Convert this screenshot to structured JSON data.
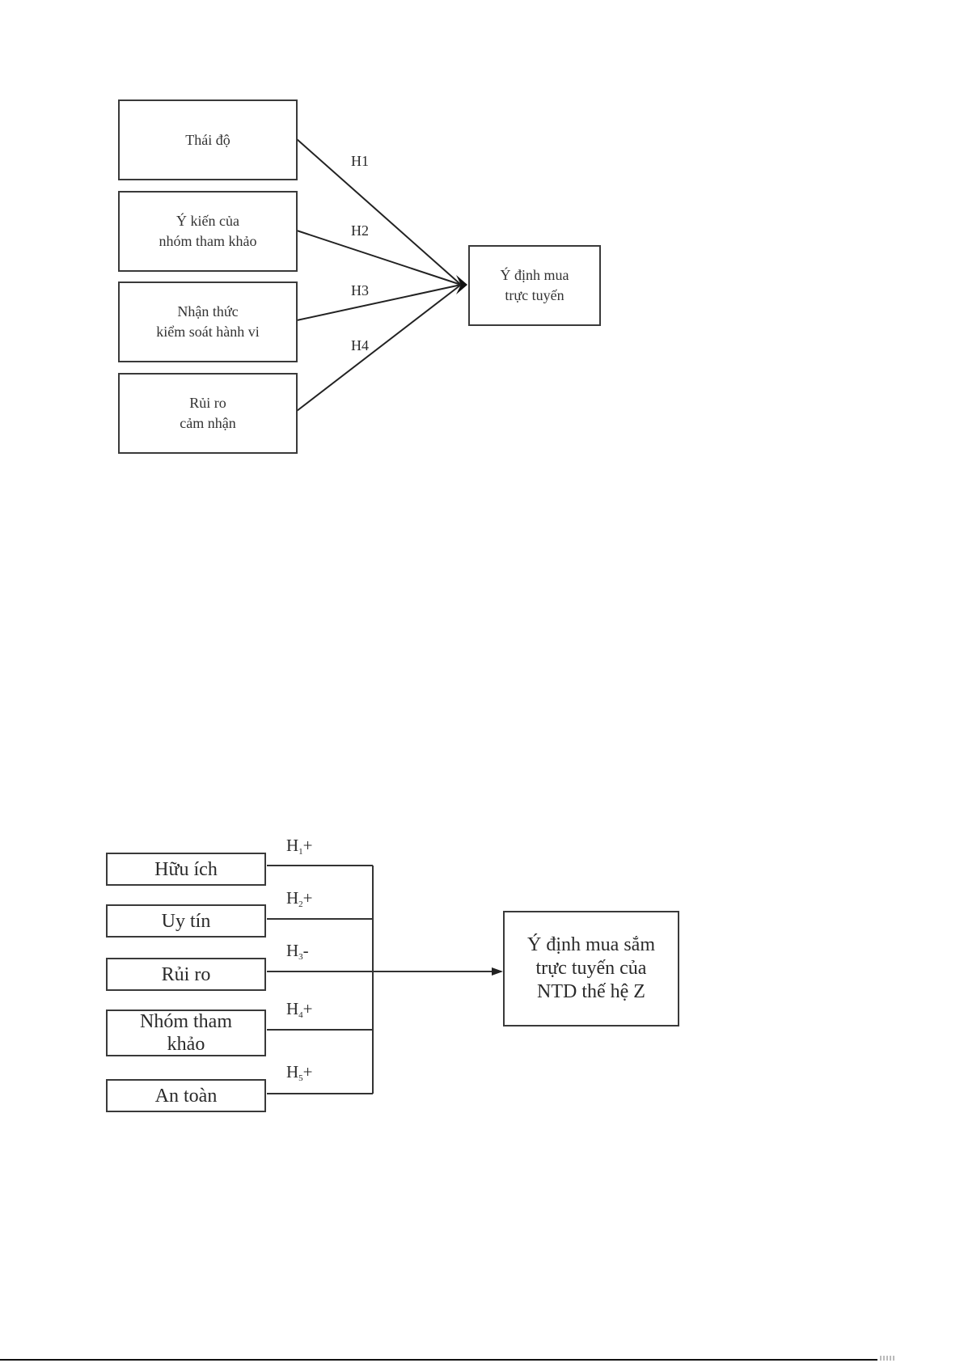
{
  "diagram1": {
    "inputs": [
      {
        "label": "Thái độ"
      },
      {
        "label": "Ý kiến của\nnhóm tham khảo"
      },
      {
        "label": "Nhận thức\nkiểm soát hành vi"
      },
      {
        "label": "Rủi ro\ncảm nhận"
      }
    ],
    "hypotheses": [
      "H1",
      "H2",
      "H3",
      "H4"
    ],
    "target": {
      "label": "Ý định mua\ntrực tuyến"
    }
  },
  "diagram2": {
    "inputs": [
      {
        "label": "Hữu ích"
      },
      {
        "label": "Uy tín"
      },
      {
        "label": "Rủi ro"
      },
      {
        "label": "Nhóm tham\nkhảo"
      },
      {
        "label": "An toàn"
      }
    ],
    "hypotheses": [
      {
        "base": "H",
        "sub": "1",
        "sign": "+"
      },
      {
        "base": "H",
        "sub": "2",
        "sign": "+"
      },
      {
        "base": "H",
        "sub": "3",
        "sign": "-"
      },
      {
        "base": "H",
        "sub": "4",
        "sign": "+"
      },
      {
        "base": "H",
        "sub": "5",
        "sign": "+"
      }
    ],
    "target": {
      "label": "Ý định mua sắm\ntrực tuyến của\nNTD thế hệ Z"
    }
  }
}
